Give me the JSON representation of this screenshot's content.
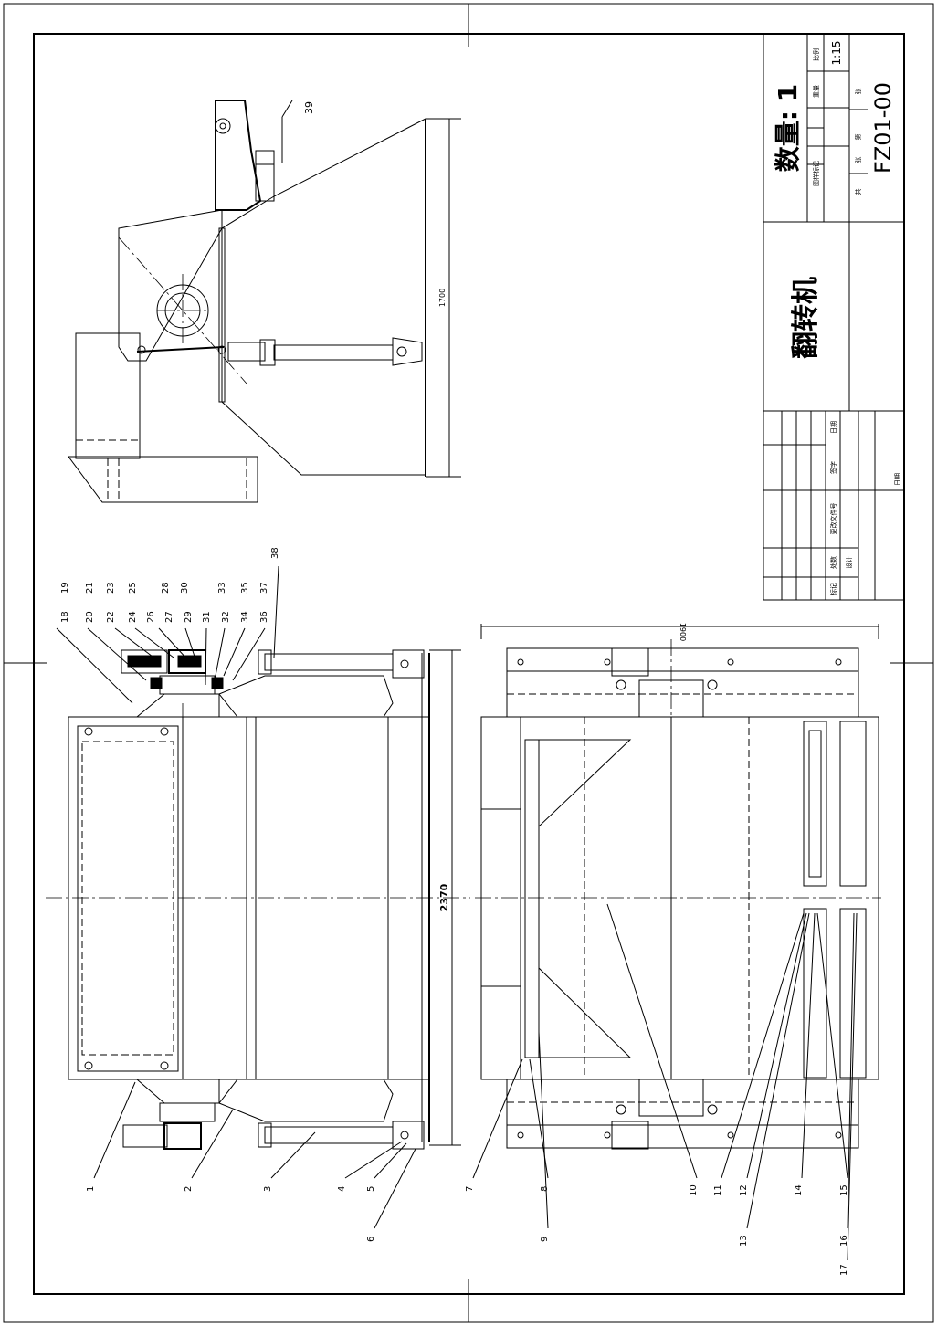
{
  "drawing": {
    "title": "翻转机",
    "quantity": "数量: 1",
    "drawing_number": "FZ01-00",
    "scale": "1:15",
    "title_block": {
      "scale_label": "比例",
      "weight_label": "重量",
      "stage_label": "图样标记",
      "sheet_label": "张",
      "total_label": "共",
      "page_label": "第",
      "page_sheet_label": "张"
    },
    "revision_block": {
      "mark": "标记",
      "count": "处数",
      "doc": "更改文件号",
      "sign": "签字",
      "date": "日期",
      "design": "设计",
      "date2": "日期"
    }
  },
  "dimensions": {
    "height_side": "1700",
    "width_top": "1900",
    "length_front": "2370"
  },
  "part_numbers": {
    "top_odd": [
      "19",
      "21",
      "23",
      "25",
      "28",
      "30",
      "33",
      "35",
      "37"
    ],
    "top_even": [
      "18",
      "20",
      "22",
      "24",
      "26",
      "27",
      "29",
      "31",
      "32",
      "34",
      "36"
    ],
    "top_38": "38",
    "bottom_row1": [
      "1",
      "2",
      "3",
      "4",
      "5",
      "7",
      "8",
      "10",
      "11",
      "12",
      "14",
      "15"
    ],
    "bottom_row2": [
      "6",
      "9",
      "13",
      "16",
      "17"
    ],
    "side_39": "39"
  }
}
